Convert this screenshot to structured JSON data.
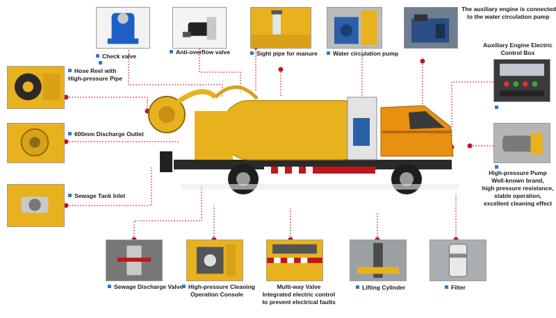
{
  "labels": {
    "check_valve": "Check valve",
    "anti_overflow_valve": "Anti-overflow valve",
    "sight_pipe": "Sight pipe for manure",
    "water_pump": "Water circulation pump",
    "aux_engine_note_1": "The auxiliary engine is connected",
    "aux_engine_note_2": "to the water circulation pump",
    "aux_control_1": "Auxiliary Engine Electric",
    "aux_control_2": "Control Box",
    "hose_reel_1": "Hose Reel with",
    "hose_reel_2": "High-pressure Pipe",
    "discharge_outlet": "600mm Discharge Outlet",
    "sewage_inlet": "Sewage Tank Inlet",
    "hp_pump_1": "High-pressure Pump",
    "hp_pump_2": "Well-known brand,",
    "hp_pump_3": "high pressure resistance,",
    "hp_pump_4": "stable operation,",
    "hp_pump_5": "excellent cleaning effect",
    "discharge_valve": "Sewage Discharge Valve",
    "hp_console_1": "High-pressure Cleaning",
    "hp_console_2": "Operation Console",
    "multiway_1": "Multi-way Valve",
    "multiway_2": "Integrated electric control",
    "multiway_3": "to prevent electrical faults",
    "lifting_cylinder": "Lifting Cylinder",
    "filter": "Filter"
  },
  "colors": {
    "tank_yellow": "#e8b21e",
    "cab_orange": "#e8900f",
    "callout_red": "#c0161d",
    "bullet_blue": "#2a7bd0"
  }
}
